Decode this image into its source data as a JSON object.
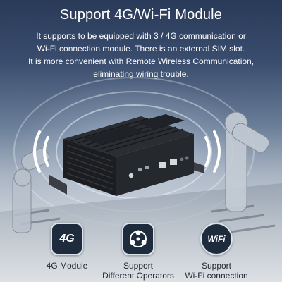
{
  "headline": "Support 4G/Wi-Fi Module",
  "description_lines": [
    "It supports to be equipped with 3 / 4G communication or",
    "Wi-Fi connection module. There is an external SIM slot.",
    "It is more convenient with Remote Wireless Communication,",
    "eliminating wiring trouble."
  ],
  "features": [
    {
      "icon": "4g-icon",
      "icon_text": "4G",
      "label_lines": [
        "4G Module"
      ]
    },
    {
      "icon": "operators-icon",
      "label_lines": [
        "Support",
        "Different Operators"
      ]
    },
    {
      "icon": "wifi-icon",
      "icon_text": "WiFi",
      "label_lines": [
        "Support",
        "Wi-Fi connection"
      ]
    }
  ],
  "colors": {
    "accent": "#1d2b3d",
    "text_light": "#ffffff",
    "text_dark": "#1c2431",
    "signal": "#dfe8f2"
  }
}
